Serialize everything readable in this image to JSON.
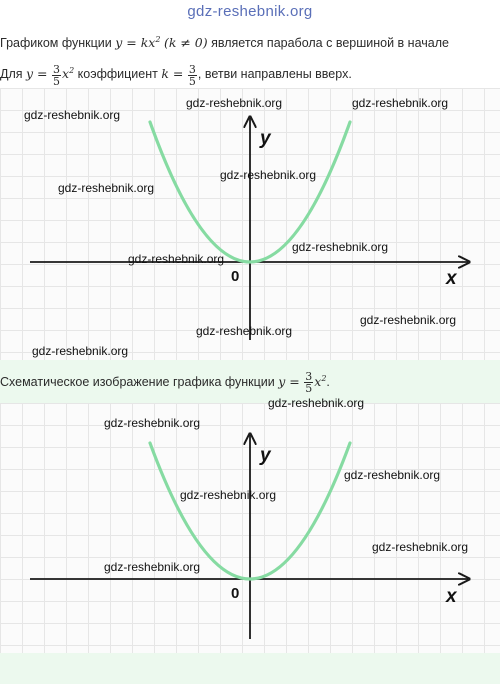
{
  "header": {
    "site": "gdz-reshebnik.org"
  },
  "intro": {
    "line1_prefix": "Графиком функции",
    "line1_formula": "y = kx",
    "line1_exp": "2",
    "line1_cond": "(k ≠ 0)",
    "line1_suffix": "является парабола с вершиной в начале",
    "line2_prefix": "Для",
    "line2_y": "y =",
    "frac_num": "3",
    "frac_den": "5",
    "line2_x": "x",
    "line2_exp": "2",
    "line2_mid": "коэффициент",
    "line2_k": "k =",
    "line2_suffix": ", ветви направлены вверх."
  },
  "caption": {
    "prefix": "Схематическое изображение графика функции",
    "y": "y =",
    "frac_num": "3",
    "frac_den": "5",
    "x": "x",
    "exp": "2",
    "end": "."
  },
  "graph": {
    "x_label": "x",
    "y_label": "y",
    "origin": "0",
    "curve_color": "#86dba2",
    "axis_color": "#1a1a1a"
  },
  "watermarks": [
    "gdz-reshebnik.org",
    "gdz-reshebnik.org",
    "gdz-reshebnik.org",
    "gdz-reshebnik.org",
    "gdz-reshebnik.org",
    "gdz-reshebnik.org",
    "gdz-reshebnik.org",
    "gdz-reshebnik.org",
    "gdz-reshebnik.org",
    "gdz-reshebnik.org",
    "gdz-reshebnik.org",
    "gdz-reshebnik.org",
    "gdz-reshebnik.org",
    "gdz-reshebnik.org",
    "gdz-reshebnik.org",
    "gdz-reshebnik.org"
  ]
}
